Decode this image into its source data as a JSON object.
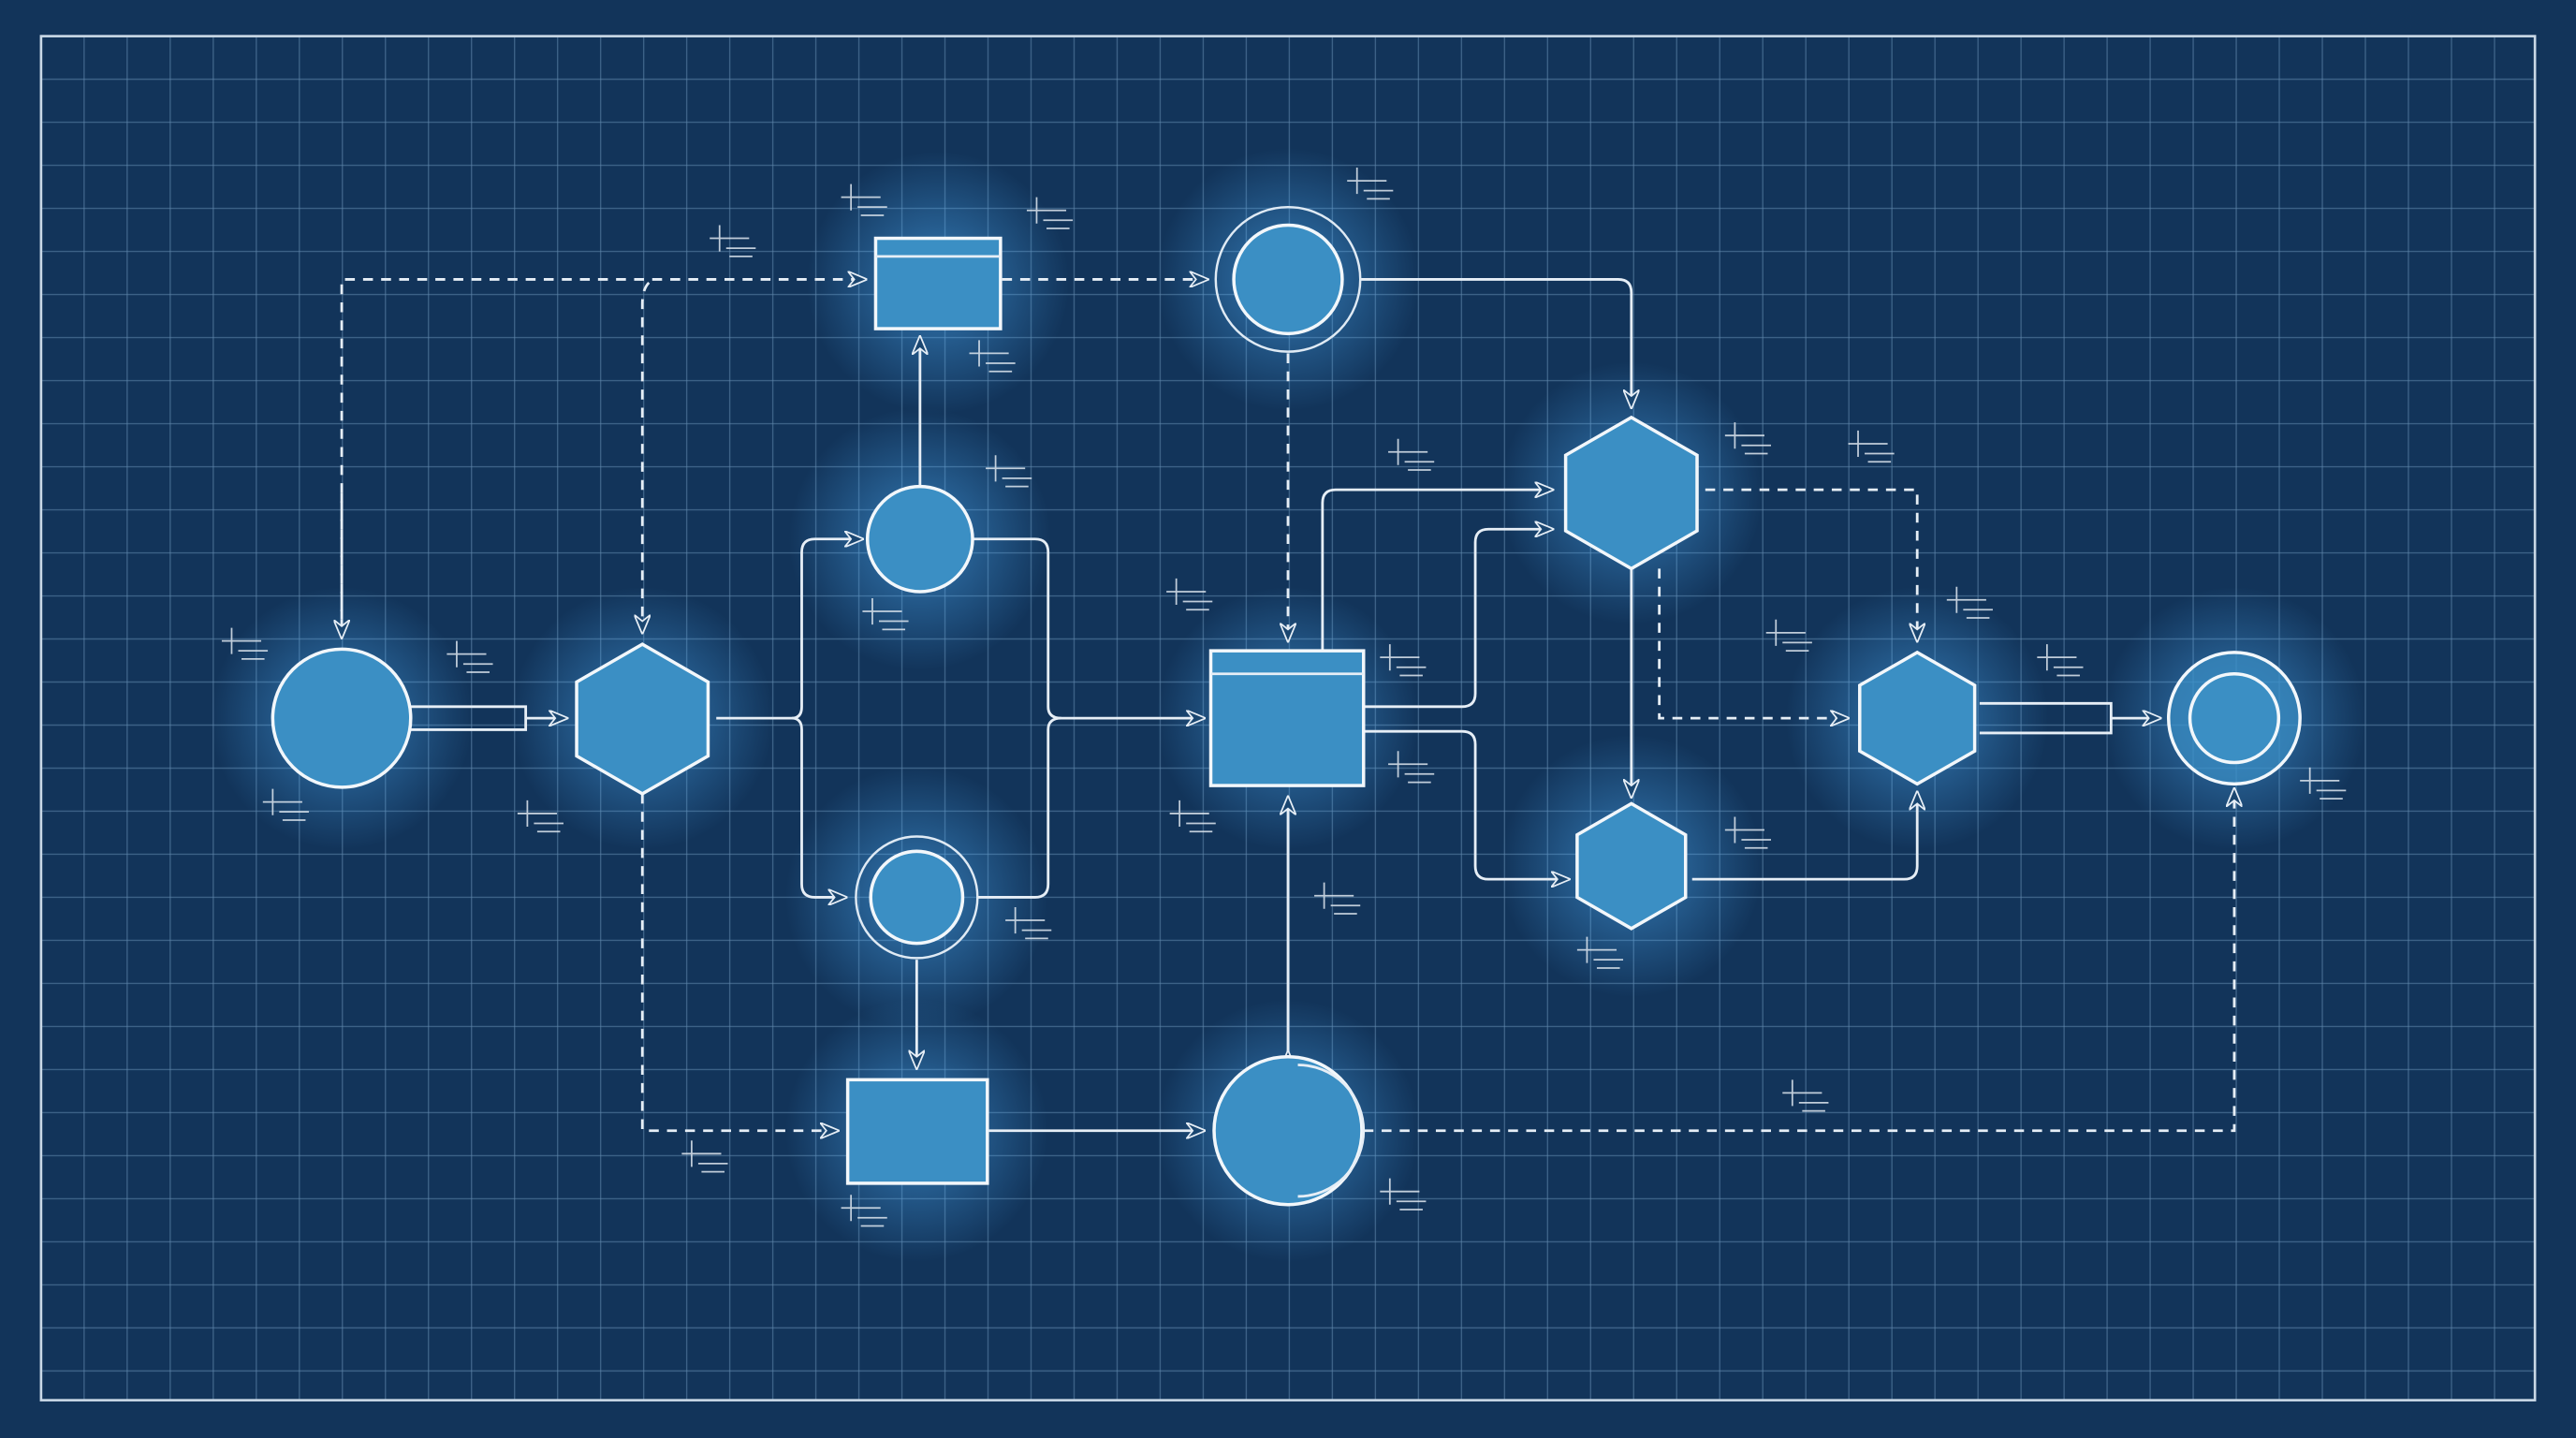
{
  "colors": {
    "background": "#12345a",
    "grid": "#5f86ab",
    "line": "#e6eef6",
    "node_fill": "#3b8fc4",
    "glow": "#4fb3ff"
  },
  "nodes": [
    {
      "id": "c1",
      "shape": "circle"
    },
    {
      "id": "h1",
      "shape": "hexagon"
    },
    {
      "id": "c2",
      "shape": "circle"
    },
    {
      "id": "r1",
      "shape": "rectangle"
    },
    {
      "id": "c3",
      "shape": "double-circle"
    },
    {
      "id": "c4",
      "shape": "double-circle"
    },
    {
      "id": "r2",
      "shape": "rectangle"
    },
    {
      "id": "r3",
      "shape": "rectangle"
    },
    {
      "id": "c5",
      "shape": "circle"
    },
    {
      "id": "h2",
      "shape": "hexagon"
    },
    {
      "id": "h3",
      "shape": "hexagon"
    },
    {
      "id": "h4",
      "shape": "hexagon"
    },
    {
      "id": "c6",
      "shape": "double-circle"
    }
  ]
}
